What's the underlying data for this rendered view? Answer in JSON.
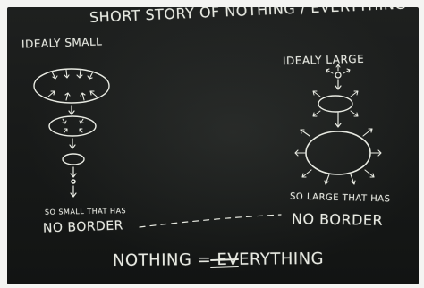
{
  "board": {
    "title": "SHORT STORY OF NOTHING / EVERYTHING",
    "left_heading": "IDEALY SMALL",
    "right_heading": "IDEALY LARGE",
    "left_note": "SO SMALL THAT HAS",
    "left_border": "NO BORDER",
    "right_note": "SO LARGE THAT HAS",
    "right_border": "NO BORDER",
    "equation": "NOTHING = EVERYTHING"
  },
  "colors": {
    "chalk": "#e7e9e1",
    "board": "#1b1d1c",
    "frame": "#f4f4f2"
  }
}
